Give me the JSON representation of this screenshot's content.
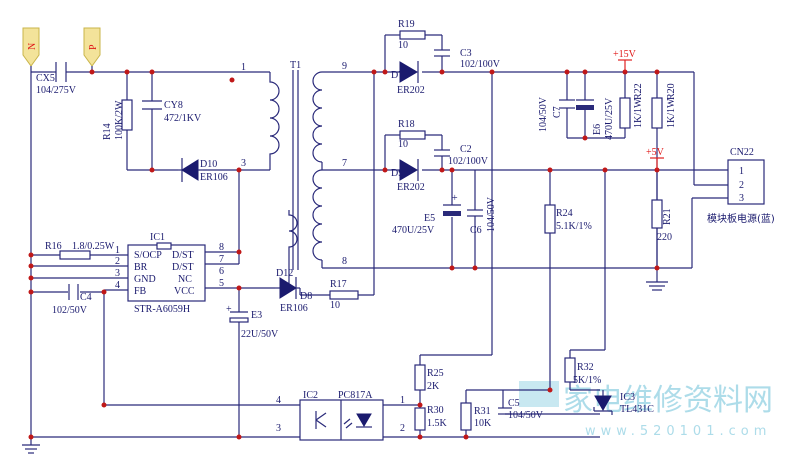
{
  "watermark": {
    "brand": "家电维修资料网",
    "url": "www.520101.com"
  },
  "input": {
    "n_label": "N",
    "p_label": "P"
  },
  "components": {
    "cx5": {
      "ref": "CX5",
      "value": "104/275V"
    },
    "r14": {
      "ref": "R14",
      "value": "100K/2W"
    },
    "cy8": {
      "ref": "CY8",
      "value": "472/1KV"
    },
    "d10": {
      "ref": "D10",
      "value": "ER106"
    },
    "t1": {
      "ref": "T1"
    },
    "r19": {
      "ref": "R19",
      "value": "10"
    },
    "c3": {
      "ref": "C3",
      "value": "102/100V"
    },
    "d7": {
      "ref": "D7",
      "value": "ER202"
    },
    "r18": {
      "ref": "R18",
      "value": "10"
    },
    "c2": {
      "ref": "C2",
      "value": "102/100V"
    },
    "d9": {
      "ref": "D9",
      "value": "ER202"
    },
    "e5": {
      "ref": "E5",
      "value": "470U/25V"
    },
    "c6": {
      "ref": "C6",
      "value": "104/50V"
    },
    "c7": {
      "ref": "C7",
      "value": "104/50V"
    },
    "e6": {
      "ref": "E6",
      "value": "470U/25V"
    },
    "r22": {
      "ref": "R22",
      "value": "1K/1W"
    },
    "r20": {
      "ref": "R20",
      "value": "1K/1W"
    },
    "r24": {
      "ref": "R24",
      "value": "5.1K/1%"
    },
    "r21": {
      "ref": "R21",
      "value": "220"
    },
    "ic1": {
      "ref": "IC1",
      "part": "STR-A6059H"
    },
    "r16": {
      "ref": "R16",
      "value": "1.8/0.25W"
    },
    "c4": {
      "ref": "C4",
      "value": "102/50V"
    },
    "d8": {
      "ref": "D8",
      "value": "ER106"
    },
    "d8_alt": {
      "ref": "D12"
    },
    "r17": {
      "ref": "R17",
      "value": "10"
    },
    "e3": {
      "ref": "E3",
      "value": "22U/50V"
    },
    "ic2": {
      "ref": "IC2",
      "part": "PC817A"
    },
    "r25": {
      "ref": "R25",
      "value": "2K"
    },
    "r30": {
      "ref": "R30",
      "value": "1.5K"
    },
    "r31": {
      "ref": "R31",
      "value": "10K"
    },
    "c5": {
      "ref": "C5",
      "value": "104/50V"
    },
    "r32": {
      "ref": "R32",
      "value": "5K/1%"
    },
    "ic3": {
      "ref": "IC3",
      "part": "TL431C"
    },
    "cn22": {
      "ref": "CN22",
      "caption": "模块板电源(蓝)"
    }
  },
  "rails": {
    "v15": "+15V",
    "v5": "+5V"
  },
  "ic1_pins": {
    "left": [
      {
        "num": "1",
        "name": "S/OCP"
      },
      {
        "num": "2",
        "name": "BR"
      },
      {
        "num": "3",
        "name": "GND"
      },
      {
        "num": "4",
        "name": "FB"
      }
    ],
    "right": [
      {
        "num": "8",
        "name": "D/ST"
      },
      {
        "num": "7",
        "name": "D/ST"
      },
      {
        "num": "6",
        "name": "NC"
      },
      {
        "num": "5",
        "name": "VCC"
      }
    ]
  },
  "t1_pins": {
    "p1": "1",
    "p3": "3",
    "p9": "9",
    "p7": "7",
    "p8": "8"
  },
  "ic2_pins": {
    "p4": "4",
    "p3": "3",
    "p1": "1",
    "p2": "2"
  },
  "cn22_pins": [
    "1",
    "2",
    "3"
  ]
}
